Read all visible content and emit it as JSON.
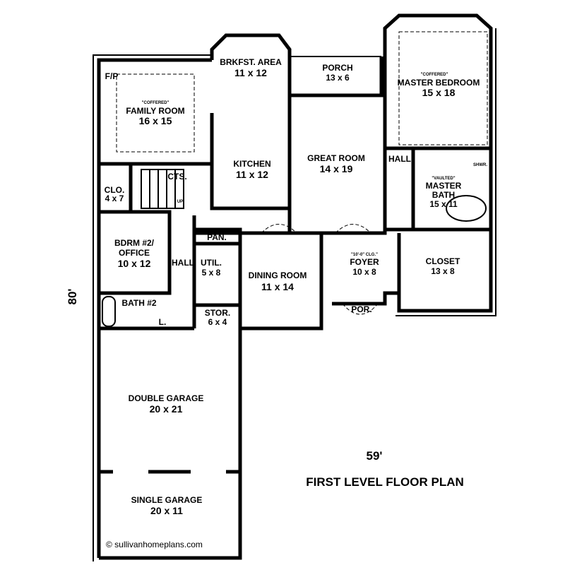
{
  "rooms": {
    "family": {
      "note": "\"COFFERED\"",
      "name": "FAMILY ROOM",
      "size": "16 x 15"
    },
    "fp": {
      "name": "F/P"
    },
    "brkfst": {
      "name": "BRKFST. AREA",
      "size": "11 x 12"
    },
    "porch": {
      "name": "PORCH",
      "size": "13 x 6"
    },
    "master_bed": {
      "note": "\"COFFERED\"",
      "name": "MASTER BEDROOM",
      "size": "15 x 18"
    },
    "kitchen": {
      "name": "KITCHEN",
      "size": "11 x 12"
    },
    "great": {
      "name": "GREAT ROOM",
      "size": "14 x 19"
    },
    "hall_master": {
      "name": "HALL"
    },
    "master_bath": {
      "note": "\"VAULTED\"",
      "name": "MASTER",
      "name2": "BATH",
      "size": "15 x 11"
    },
    "shwr": {
      "name": "SHWR."
    },
    "cts": {
      "name": "CTS."
    },
    "clo": {
      "name": "CLO.",
      "size": "4 x 7"
    },
    "up": {
      "name": "UP"
    },
    "bdrm2": {
      "name": "BDRM #2/",
      "name2": "OFFICE",
      "size": "10 x 12"
    },
    "pan": {
      "name": "PAN."
    },
    "hall": {
      "name": "HALL"
    },
    "util": {
      "name": "UTIL.",
      "size": "5 x 8"
    },
    "dining": {
      "name": "DINING ROOM",
      "size": "11 x 14"
    },
    "foyer": {
      "note": "\"10'-0\" CLG.\"",
      "name": "FOYER",
      "size": "10 x 8"
    },
    "closet": {
      "name": "CLOSET",
      "size": "13 x 8"
    },
    "bath2": {
      "name": "BATH #2"
    },
    "linen": {
      "name": "L."
    },
    "stor": {
      "name": "STOR.",
      "size": "6 x 4"
    },
    "por": {
      "name": "POR."
    },
    "double_garage": {
      "name": "DOUBLE GARAGE",
      "size": "20 x 21"
    },
    "single_garage": {
      "name": "SINGLE GARAGE",
      "size": "20 x 11"
    }
  },
  "dimensions": {
    "depth": "80'",
    "width": "59'"
  },
  "title": "FIRST LEVEL FLOOR PLAN",
  "copyright": "© sullivanhomeplans.com"
}
